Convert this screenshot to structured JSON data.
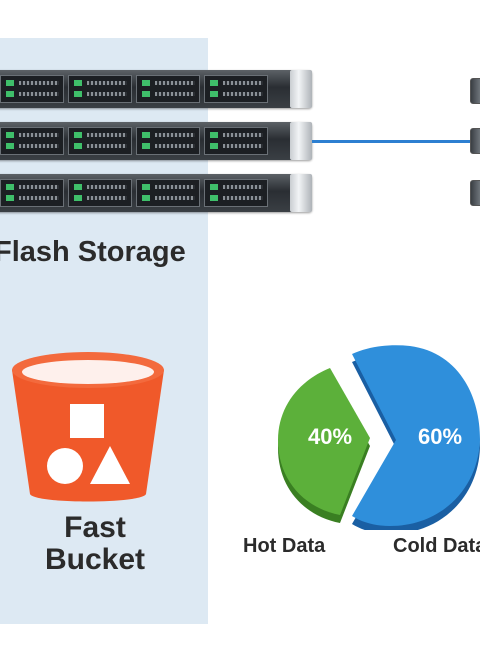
{
  "storage": {
    "label": "Flash Storage"
  },
  "bucket": {
    "line1": "Fast",
    "line2": "Bucket"
  },
  "pie": {
    "slices": [
      {
        "label": "Hot Data",
        "value_text": "40%",
        "value": 40,
        "color": "#5cb03a"
      },
      {
        "label": "Cold Data",
        "value_text": "60%",
        "value": 60,
        "color": "#2f8fdb"
      }
    ]
  },
  "colors": {
    "panel": "#dde9f3",
    "bucket": "#f0592a",
    "wire": "#2d7fd1"
  }
}
